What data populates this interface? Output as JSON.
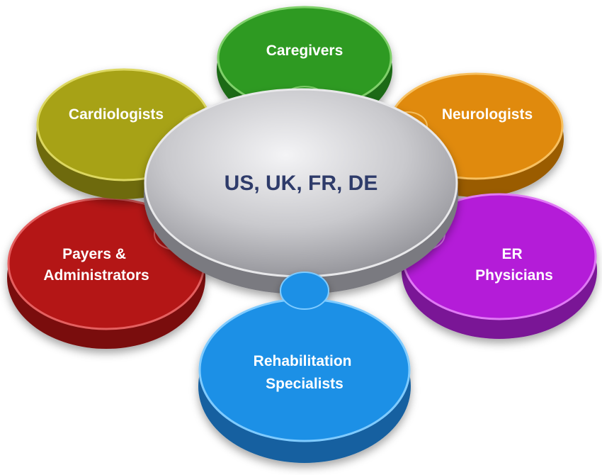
{
  "center": {
    "label": "US, UK, FR, DE",
    "color": "#2e3a6b"
  },
  "petals": [
    {
      "id": "caregivers",
      "lines": [
        "Caregivers"
      ],
      "color": "#2f9a22",
      "dark": "#1f6a15",
      "light": "#7fd06a"
    },
    {
      "id": "neurologists",
      "lines": [
        "Neurologists"
      ],
      "color": "#e08a0a",
      "dark": "#9a5c05",
      "light": "#f7c060"
    },
    {
      "id": "er-physicians",
      "lines": [
        "ER",
        "Physicians"
      ],
      "color": "#b41ed8",
      "dark": "#7a1496",
      "light": "#e07af5"
    },
    {
      "id": "rehabilitation-specialists",
      "lines": [
        "Rehabilitation",
        "Specialists"
      ],
      "color": "#1e90e6",
      "dark": "#1460a0",
      "light": "#7fcbff"
    },
    {
      "id": "payers-administrators",
      "lines": [
        "Payers & ",
        "Administrators"
      ],
      "color": "#b41414",
      "dark": "#7a0d0d",
      "light": "#e46060"
    },
    {
      "id": "cardiologists",
      "lines": [
        "Cardiologists"
      ],
      "color": "#a7a214",
      "dark": "#6e6a0c",
      "light": "#dcd760"
    }
  ]
}
